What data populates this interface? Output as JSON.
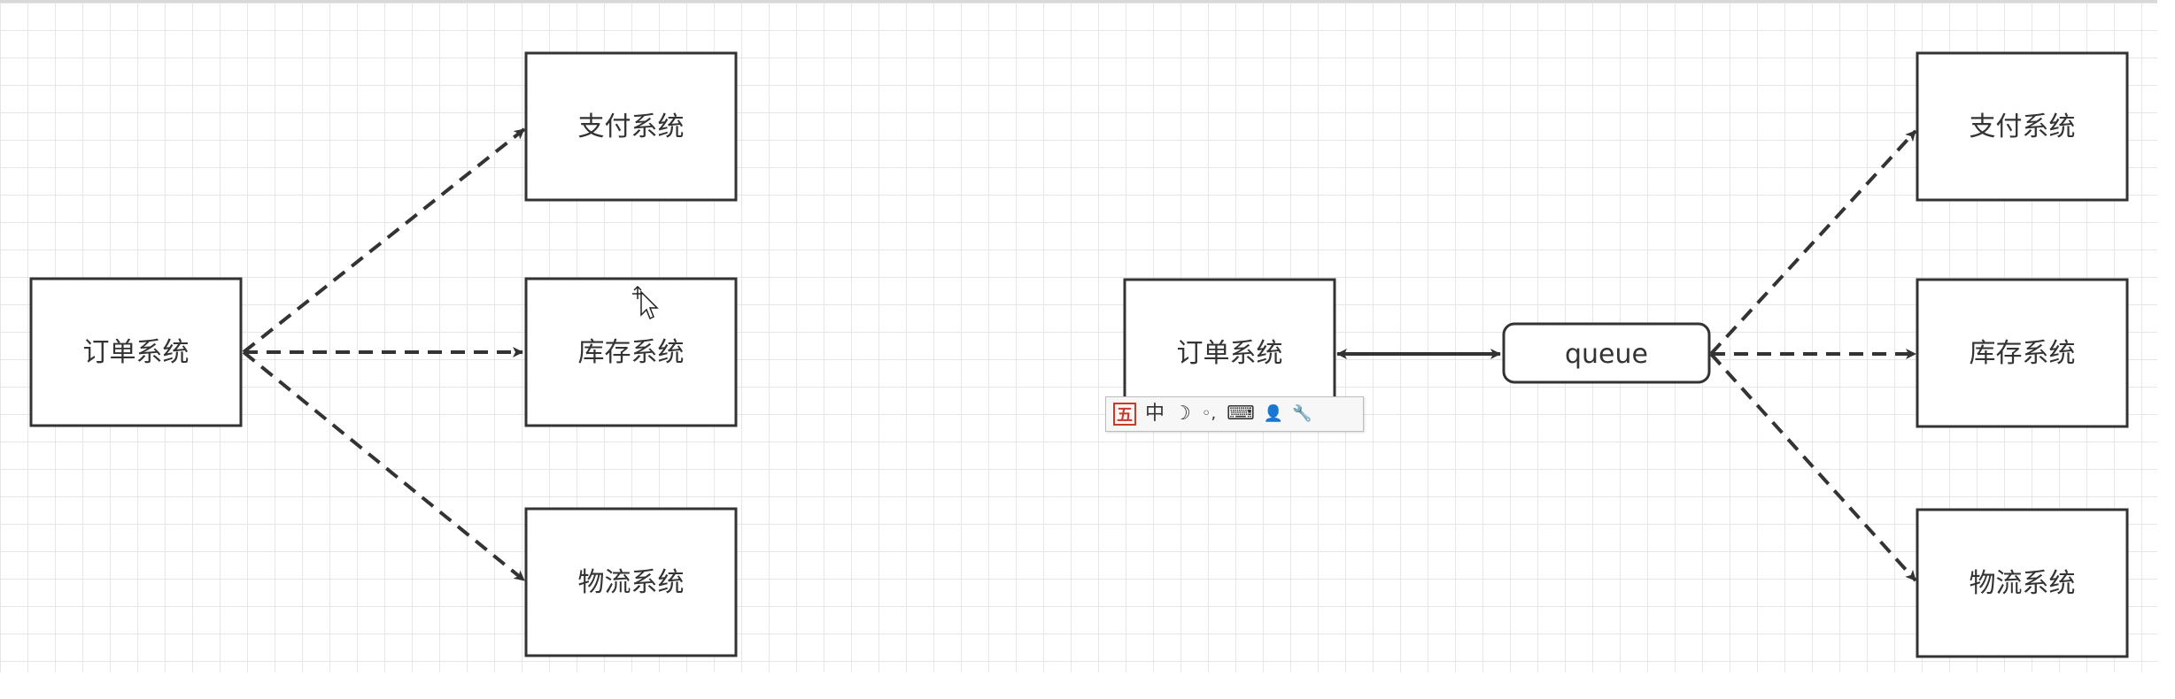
{
  "diagram": {
    "left": {
      "source": "订单系统",
      "targets": [
        "支付系统",
        "库存系统",
        "物流系统"
      ]
    },
    "right": {
      "source": "订单系统",
      "queue": "queue",
      "targets": [
        "支付系统",
        "库存系统",
        "物流系统"
      ]
    }
  },
  "ime_toolbar": {
    "logo": "五",
    "mode": "中",
    "moon": "☽",
    "punct": "◦,",
    "keyboard": "⌨",
    "user": "👤",
    "tool": "🔧"
  },
  "icons": {
    "cursor": "move-cursor-icon",
    "ime_logo": "wubi-ime-logo-icon"
  },
  "colors": {
    "line": "#333333",
    "grid": "#e6e6e6",
    "ime_logo": "#c83a2a"
  }
}
